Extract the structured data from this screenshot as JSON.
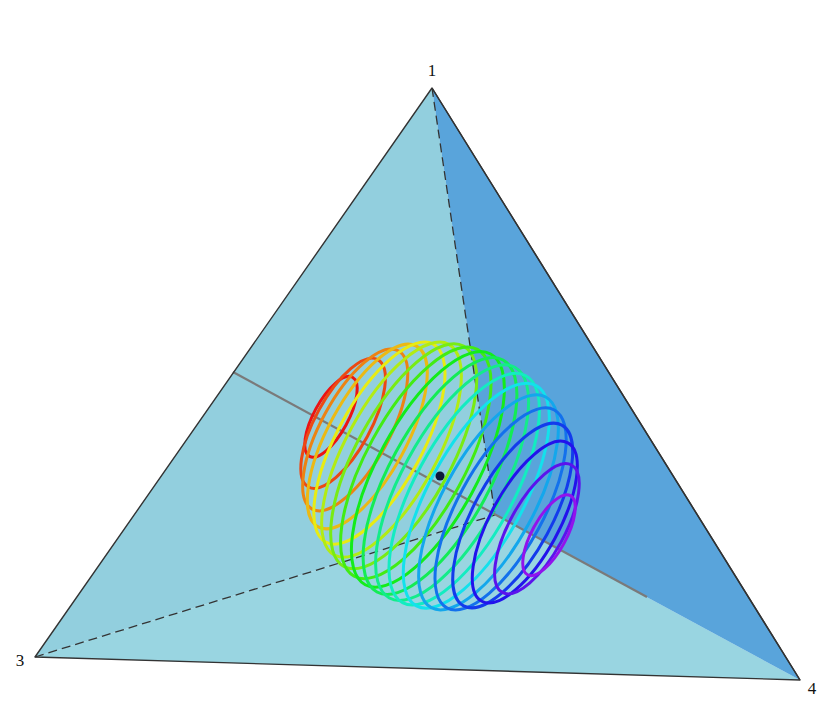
{
  "diagram": {
    "labels": [
      "1",
      "3",
      "4"
    ]
  }
}
